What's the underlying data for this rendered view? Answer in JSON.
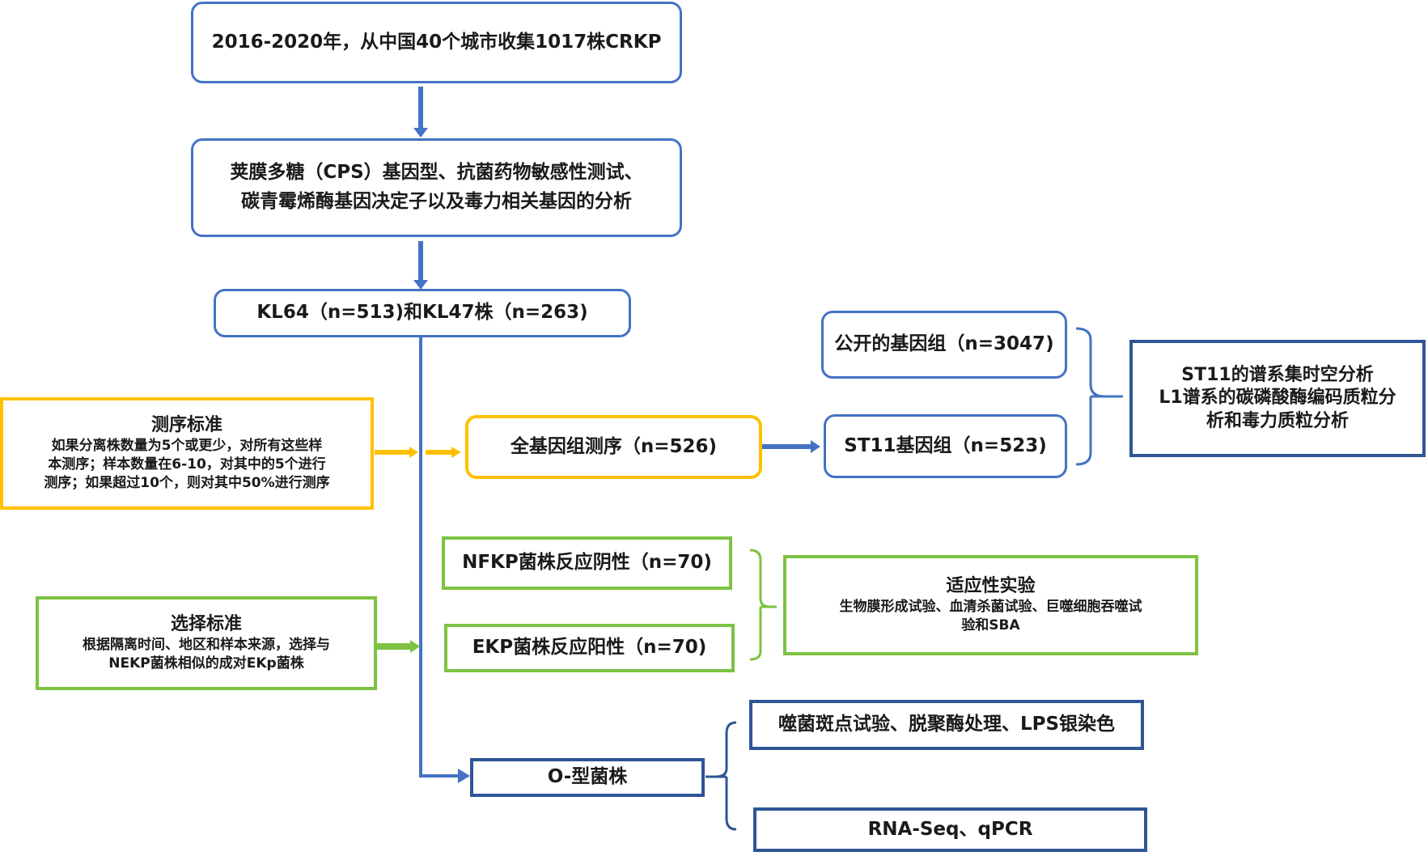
{
  "boxes": {
    "collect": "2016-2020年，从中国40个城市收集1017株CRKP",
    "analysis_l1": "荚膜多糖（CPS）基因型、抗菌药物敏感性测试、",
    "analysis_l2": "碳青霉烯酶基因决定子以及毒力相关基因的分析",
    "kl": "KL64（n=513)和KL47株（n=263)",
    "public_genomes": "公开的基因组（n=3047)",
    "st11_genomes": "ST11基因组（n=523)",
    "st11_analysis_l1": "ST11的谱系集时空分析",
    "st11_analysis_l2": "L1谱系的碳磷酸酶编码质粒分",
    "st11_analysis_l3": "析和毒力质粒分析",
    "seq_criteria_title": "测序标准",
    "seq_criteria_l1": "如果分离株数量为5个或更少，对所有这些样",
    "seq_criteria_l2": "本测序；样本数量在6-10，对其中的5个进行",
    "seq_criteria_l3": "测序；如果超过10个，则对其中50%进行测序",
    "wgs": "全基因组测序（n=526)",
    "nfkp": "NFKP菌株反应阴性（n=70)",
    "ekp": "EKP菌株反应阳性（n=70)",
    "fitness_title": "适应性实验",
    "fitness_l1": "生物膜形成试验、血清杀菌试验、巨噬细胞吞噬试",
    "fitness_l2": "验和SBA",
    "sel_criteria_title": "选择标准",
    "sel_criteria_l1": "根据隔离时间、地区和样本来源，选择与",
    "sel_criteria_l2": "NEKP菌株相似的成对EKp菌株",
    "o_type": "O-型菌株",
    "phage": "噬菌斑点试验、脱聚酶处理、LPS银染色",
    "rnaseq": "RNA-Seq、qPCR"
  },
  "colors": {
    "blue": "#4472c4",
    "navy": "#2f5597",
    "orange": "#ffc000",
    "green": "#7dc242"
  }
}
